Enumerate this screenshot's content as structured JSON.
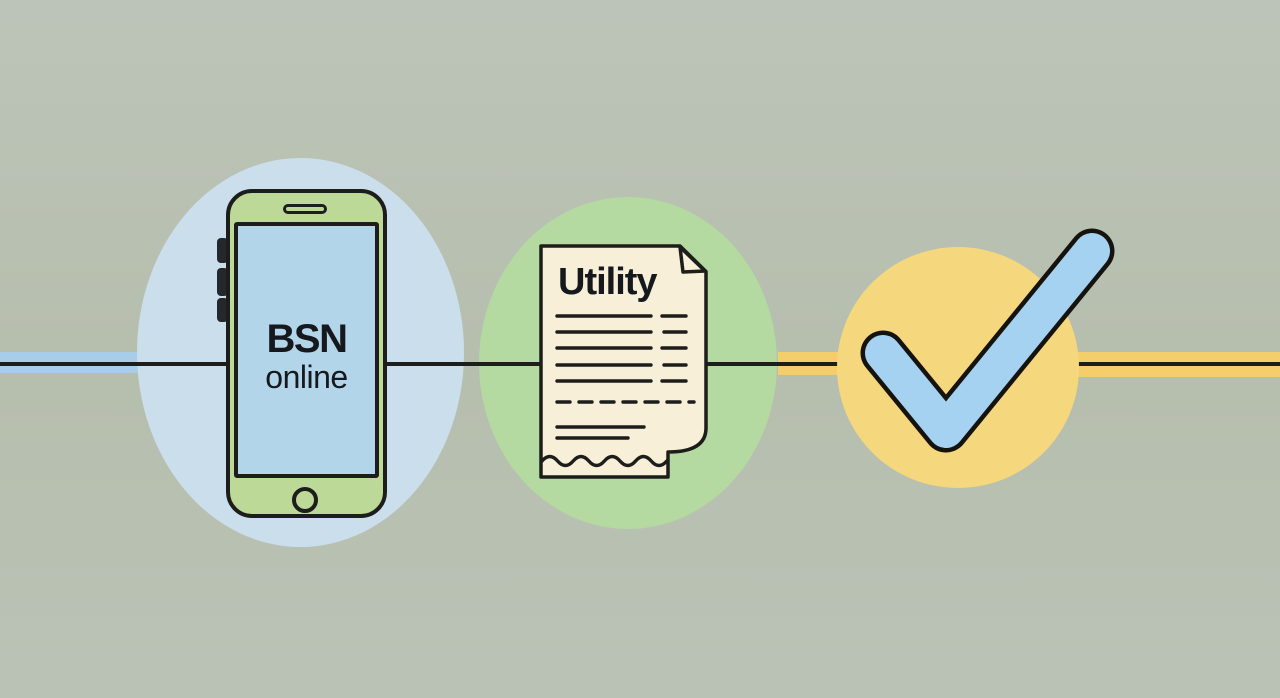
{
  "illustration": {
    "theme": "bsn-online-verification-flow",
    "steps": [
      "smartphone-bsn-online",
      "utility-bill",
      "checkmark-approved"
    ]
  },
  "phone": {
    "screen_line1": "BSN",
    "screen_line2": "online"
  },
  "bill": {
    "title": "Utility"
  },
  "colors": {
    "background": "#b8c0b2",
    "ink_dark": "#1d1d1b",
    "connector_blue_band": "#a8cde9",
    "connector_yellow_band": "#f5ce6c",
    "blob_blue": "#cbdeec",
    "blob_green": "#b4d9a1",
    "circle_yellow": "#f5d87d",
    "phone_body_green": "#bcd998",
    "phone_screen_blue": "#b2d5e9",
    "phone_button_dark": "#24282a",
    "paper_cream": "#f7efd8",
    "check_blue": "#a5d2f1",
    "check_outline": "#16130f",
    "text_dark": "#15191d"
  }
}
